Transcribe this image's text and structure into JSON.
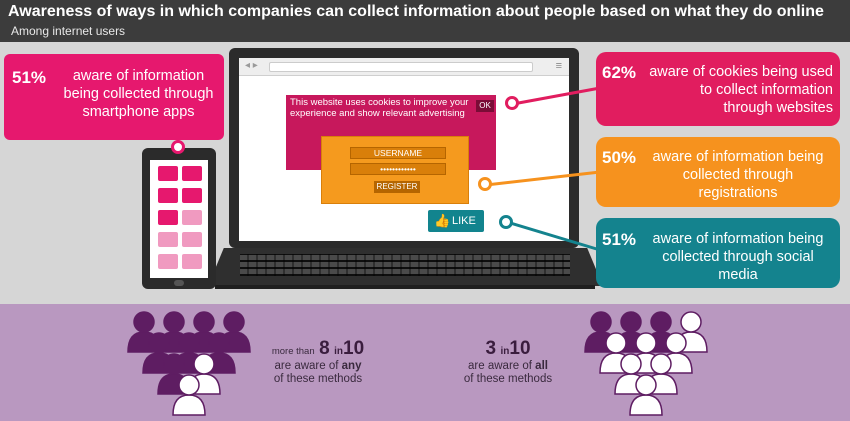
{
  "header": {
    "title": "Awareness of ways in which companies can collect information about people based on what they do online",
    "subtitle": "Among internet users"
  },
  "callouts": {
    "apps": {
      "percent": "51%",
      "text": "aware of information being collected through smartphone apps",
      "color": "#e6186e"
    },
    "cookies": {
      "percent": "62%",
      "text": "aware of cookies being used to collect information through websites",
      "color": "#e11d5f"
    },
    "registrations": {
      "percent": "50%",
      "text": "aware of information being collected through registrations",
      "color": "#f6921e"
    },
    "social": {
      "percent": "51%",
      "text": "aware of information being collected through social media",
      "color": "#14838e"
    }
  },
  "screen": {
    "cookie_notice": "This website uses cookies to improve your experience and show relevant advertising",
    "ok_label": "OK",
    "username_label": "USERNAME",
    "password_mask": "••••••••••••",
    "register_label": "REGISTER",
    "like_label": "LIKE",
    "nav_arrows": "◂ ▸",
    "menu_glyph": "≡",
    "thumb_glyph": "👍"
  },
  "stats": {
    "any": {
      "prefix": "more than",
      "number": "8",
      "in": "in",
      "total": "10",
      "line1_pre": "are aware of",
      "line1_em": "any",
      "line2": "of these methods"
    },
    "all": {
      "number": "3",
      "in": "in",
      "total": "10",
      "line1_pre": "are aware of",
      "line1_em": "all",
      "line2": "of these methods"
    }
  },
  "people": {
    "any": {
      "total": 10,
      "highlighted": 8
    },
    "all": {
      "total": 10,
      "highlighted": 3
    }
  },
  "colors": {
    "header_bg": "#3c3c3c",
    "band_gray": "#d6d6d6",
    "band_purple": "#b998c0",
    "person_dark": "#5e1d62",
    "person_light": "#ffffff"
  }
}
